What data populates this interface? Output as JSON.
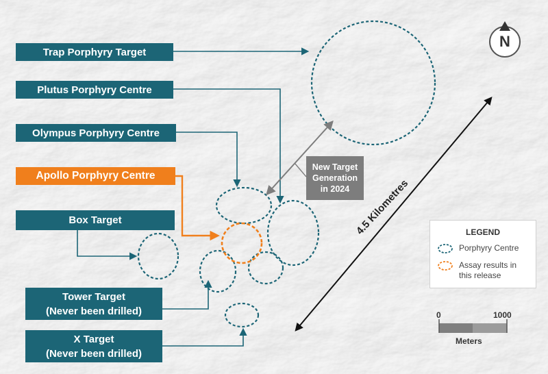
{
  "labels": {
    "trap": "Trap Porphyry Target",
    "plutus": "Plutus Porphyry Centre",
    "olympus": "Olympus Porphyry Centre",
    "apollo": "Apollo Porphyry Centre",
    "box": "Box Target",
    "tower_line1": "Tower Target",
    "tower_line2": "(Never been drilled)",
    "x_line1": "X Target",
    "x_line2": "(Never been drilled)"
  },
  "new_target": {
    "line1": "New Target",
    "line2": "Generation",
    "line3": "in 2024"
  },
  "distance_label": "4.5 Kilometres",
  "legend": {
    "title": "LEGEND",
    "porphyry_centre": "Porphyry Centre",
    "assay_line1": "Assay results in",
    "assay_line2": "this release"
  },
  "scale": {
    "min": "0",
    "max": "1000",
    "unit": "Meters"
  },
  "compass": "N",
  "colors": {
    "teal": "#1c6576",
    "orange": "#f07f1c",
    "grey": "#7d7d7d"
  }
}
